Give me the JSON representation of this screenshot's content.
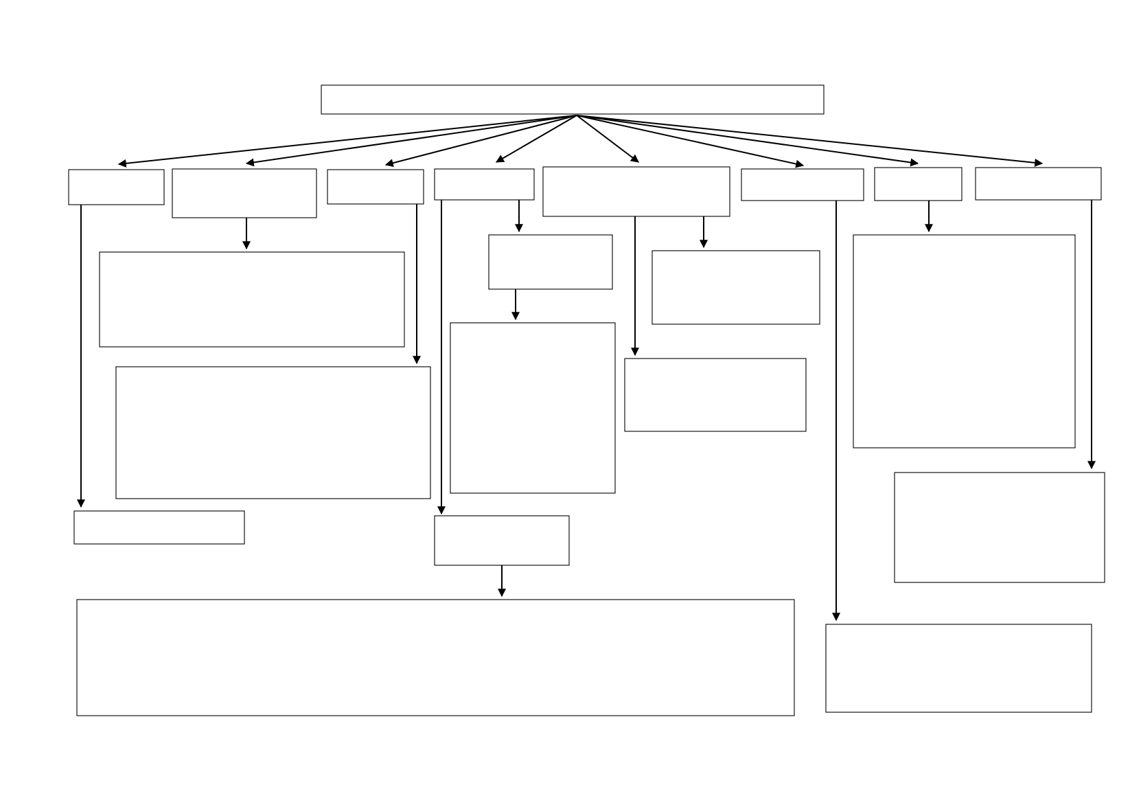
{
  "diagram": {
    "type": "hierarchy",
    "stroke_color": "#000000",
    "background": "#ffffff",
    "nodes": [
      {
        "id": "root",
        "text": ""
      },
      {
        "id": "c1",
        "text": ""
      },
      {
        "id": "c2",
        "text": ""
      },
      {
        "id": "c3",
        "text": ""
      },
      {
        "id": "c4",
        "text": ""
      },
      {
        "id": "c5",
        "text": ""
      },
      {
        "id": "c6",
        "text": ""
      },
      {
        "id": "c7",
        "text": ""
      },
      {
        "id": "c8",
        "text": ""
      },
      {
        "id": "c1-detail",
        "text": ""
      },
      {
        "id": "c2-detail",
        "text": ""
      },
      {
        "id": "c3-detail",
        "text": ""
      },
      {
        "id": "c4-sub",
        "text": ""
      },
      {
        "id": "c4-sub-detail",
        "text": ""
      },
      {
        "id": "c4-detail",
        "text": ""
      },
      {
        "id": "c4-detail-outcome",
        "text": ""
      },
      {
        "id": "c5-sub",
        "text": ""
      },
      {
        "id": "c5-detail",
        "text": ""
      },
      {
        "id": "c6-detail",
        "text": ""
      },
      {
        "id": "c7-detail",
        "text": ""
      },
      {
        "id": "c8-detail",
        "text": ""
      }
    ],
    "edges": [
      {
        "from": "root",
        "to": "c1"
      },
      {
        "from": "root",
        "to": "c2"
      },
      {
        "from": "root",
        "to": "c3"
      },
      {
        "from": "root",
        "to": "c4"
      },
      {
        "from": "root",
        "to": "c5"
      },
      {
        "from": "root",
        "to": "c6"
      },
      {
        "from": "root",
        "to": "c7"
      },
      {
        "from": "root",
        "to": "c8"
      },
      {
        "from": "c1",
        "to": "c1-detail"
      },
      {
        "from": "c2",
        "to": "c2-detail"
      },
      {
        "from": "c3",
        "to": "c3-detail"
      },
      {
        "from": "c4",
        "to": "c4-sub"
      },
      {
        "from": "c4-sub",
        "to": "c4-sub-detail"
      },
      {
        "from": "c4",
        "to": "c4-detail"
      },
      {
        "from": "c4-detail",
        "to": "c4-detail-outcome"
      },
      {
        "from": "c5",
        "to": "c5-sub"
      },
      {
        "from": "c5",
        "to": "c5-detail"
      },
      {
        "from": "c6",
        "to": "c6-detail"
      },
      {
        "from": "c7",
        "to": "c7-detail"
      },
      {
        "from": "c8",
        "to": "c8-detail"
      }
    ]
  }
}
